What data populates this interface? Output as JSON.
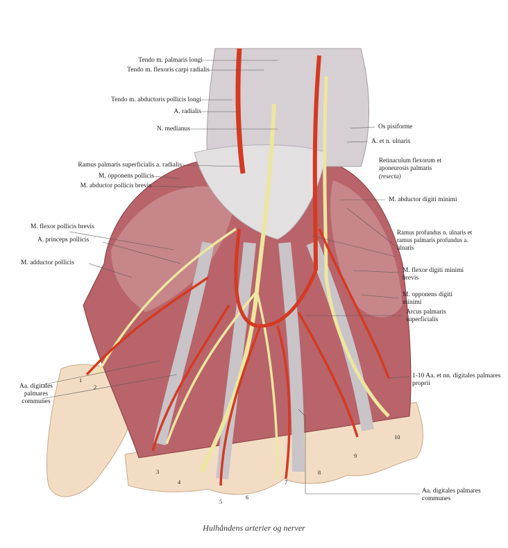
{
  "labels_left": [
    "Tendo m. palmaris longi",
    "Tendo m. flexoris carpi radialis",
    "Tendo m. abductoris pollicis longi",
    "A. radialis",
    "N. medianus",
    "Ramus palmaris superficialis  a. radialis",
    "M. opponens pollicis",
    "M. abductor pollicis brevis",
    "M. flexor pollicis brevis",
    "A. princeps pollicis",
    "M. adductor pollicis",
    "Aa. digitales palmares communes"
  ],
  "labels_right": [
    "Os pisiforme",
    "A. et n. ulnaris",
    "Retinaculum flexorum et aponeurosis palmaris",
    "(resecta)",
    "M. abductor digiti minimi",
    "Ramus profundus n. ulnaris et ramus palmaris profundus a. ulnaris",
    "M. flexor digiti minimi brevis",
    "M. opponens digiti minimi",
    "Arcus palmaris superficialis",
    "1-10 Aa. et nn. digitales palmares proprii",
    "Aa. digitales palmares communes"
  ],
  "numbers": [
    "1",
    "2",
    "3",
    "4",
    "5",
    "6",
    "7",
    "8",
    "9",
    "10"
  ],
  "caption": "Hulhåndens arterier og nerver"
}
